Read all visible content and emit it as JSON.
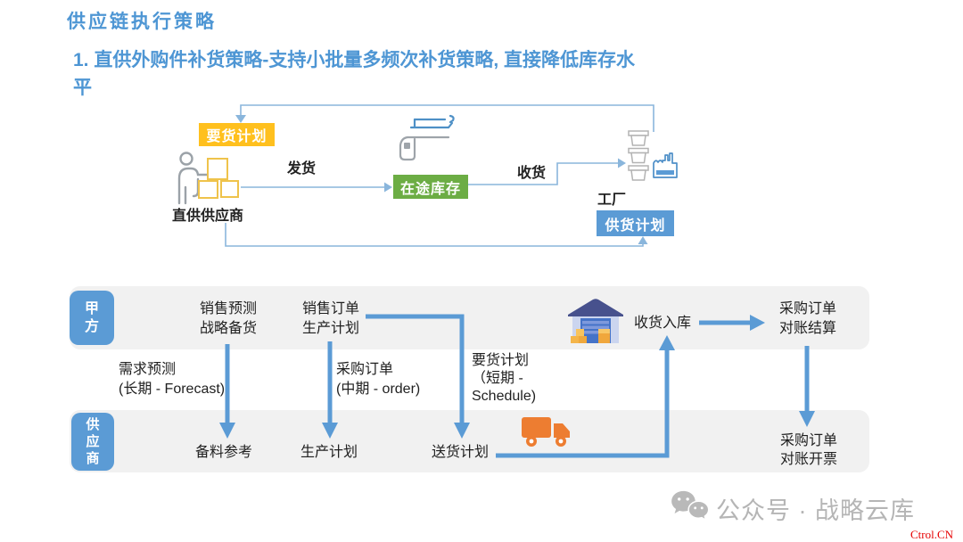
{
  "colors": {
    "title_blue": "#4e96d4",
    "accent_blue": "#5b9bd5",
    "plan_yellow": "#ffc01e",
    "transit_green": "#6cad44",
    "band_gray": "#f1f1f1",
    "truck_orange": "#ed7d31",
    "thin_line_blue": "#8ab6dc",
    "footer_gray": "#b5b5b5",
    "watermark_red": "#e60000"
  },
  "header": {
    "title": "供应链执行策略",
    "subtitle": "1. 直供外购件补货策略-支持小批量多频次补货策略, 直接降低库存水平"
  },
  "flow": {
    "demand_plan": "要货计划",
    "supplier": "直供供应商",
    "ship": "发货",
    "transit": "在途库存",
    "receive": "收货",
    "factory": "工厂",
    "supply_plan": "供货计划"
  },
  "lanes": {
    "party_a": {
      "label_l1": "甲",
      "label_l2": "方",
      "sales_forecast_l1": "销售预测",
      "sales_forecast_l2": "战略备货",
      "sales_order_l1": "销售订单",
      "sales_order_l2": "生产计划",
      "receiving": "收货入库",
      "po_settlement_l1": "采购订单",
      "po_settlement_l2": "对账结算"
    },
    "handoff": {
      "forecast_l1": "需求预测",
      "forecast_l2": "(长期 - Forecast)",
      "order_l1": "采购订单",
      "order_l2": "(中期 - order)",
      "schedule_l1": "要货计划",
      "schedule_l2": "（短期 -",
      "schedule_l3": "Schedule)"
    },
    "supplier": {
      "label_l1": "供",
      "label_l2": "应",
      "label_l3": "商",
      "material_ref": "备料参考",
      "production_plan": "生产计划",
      "delivery_plan": "送货计划",
      "po_invoice_l1": "采购订单",
      "po_invoice_l2": "对账开票"
    }
  },
  "footer": {
    "wechat": "公众号 · 战略云库",
    "watermark": "Ctrol.CN"
  }
}
